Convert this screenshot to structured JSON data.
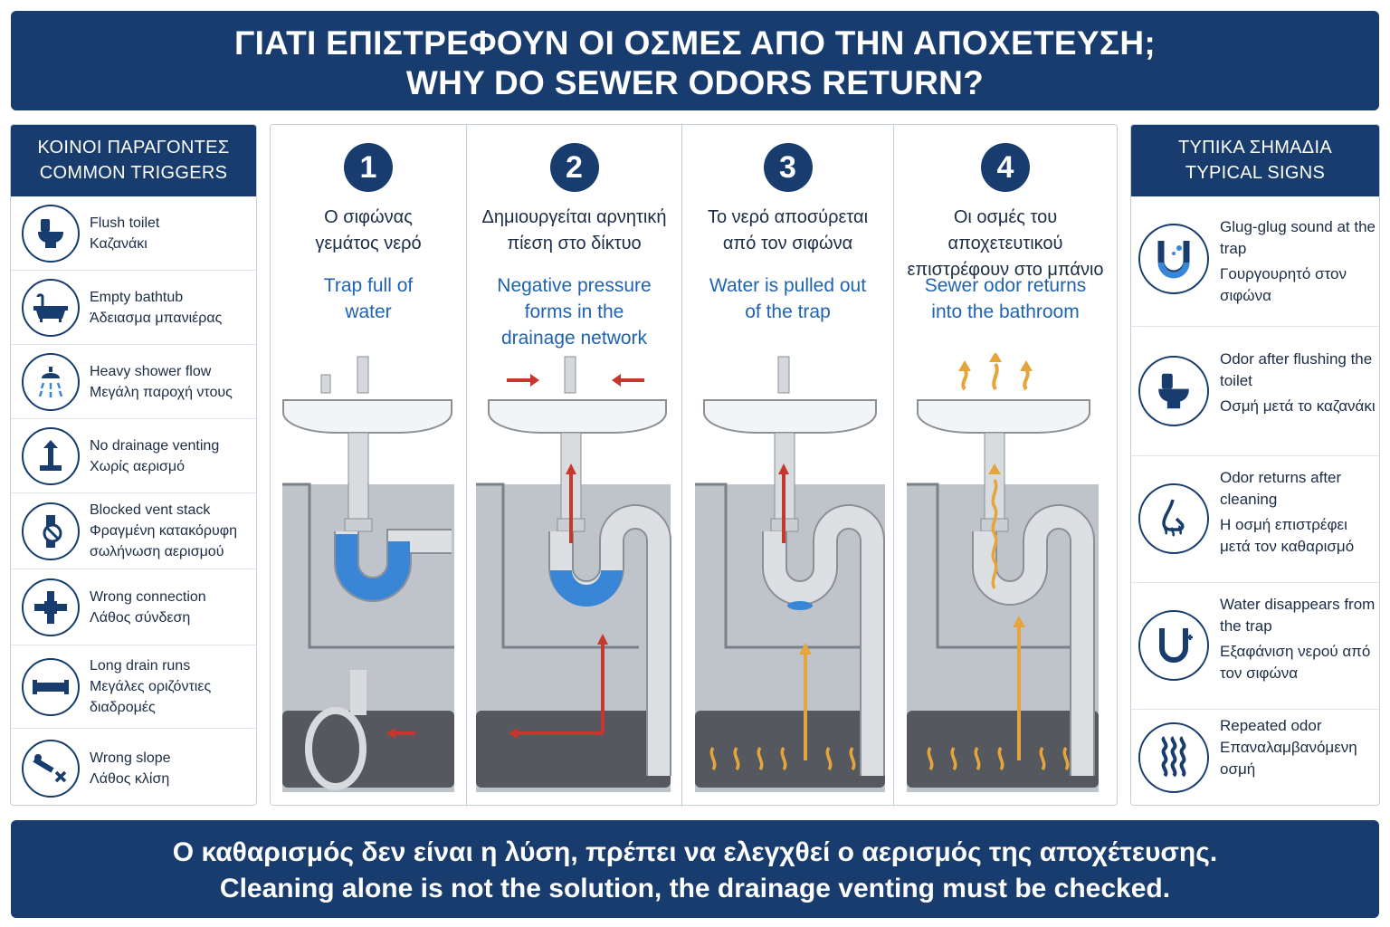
{
  "header": {
    "title_gr": "ΓΙΑΤΙ ΕΠΙΣΤΡΕΦΟΥΝ ΟΙ ΟΣΜΕΣ ΑΠΟ ΤΗΝ ΑΠΟΧΕΤΕΥΣΗ;",
    "title_en": "WHY DO SEWER ODORS RETURN?"
  },
  "triggers": {
    "heading_gr": "ΚΟΙΝΟΙ ΠΑΡΑΓΟΝΤΕΣ",
    "heading_en": "COMMON TRIGGERS",
    "items": [
      {
        "en": "Flush toilet",
        "gr": "Καζανάκι",
        "icon": "toilet-icon"
      },
      {
        "en": "Empty bathtub",
        "gr": "Άδειασμα μπανιέρας",
        "icon": "bathtub-icon"
      },
      {
        "en": "Heavy shower flow",
        "gr": "Μεγάλη παροχή ντους",
        "icon": "shower-icon"
      },
      {
        "en": "No drainage venting",
        "gr": "Χωρίς αερισμό",
        "icon": "vent-pipe-icon"
      },
      {
        "en": "Blocked vent stack",
        "gr": "Φραγμένη κατακόρυφη σωλήνωση αερισμού",
        "icon": "blocked-vent-icon"
      },
      {
        "en": "Wrong connection",
        "gr": "Λάθος σύνδεση",
        "icon": "cross-fitting-icon"
      },
      {
        "en": "Long drain runs",
        "gr": "Μεγάλες οριζόντιες διαδρομές",
        "icon": "long-pipe-icon"
      },
      {
        "en": "Wrong slope",
        "gr": "Λάθος κλίση",
        "icon": "wrong-slope-icon"
      }
    ]
  },
  "steps": [
    {
      "num": "1",
      "gr": "Ο σιφώνας γεμάτος νερό",
      "en": "Trap full of water"
    },
    {
      "num": "2",
      "gr": "Δημιουργείται αρνητική πίεση στο δίκτυο",
      "en": "Negative pressure forms in the drainage network"
    },
    {
      "num": "3",
      "gr": "Το νερό αποσύρεται από τον σιφώνα",
      "en": "Water is pulled out of the trap"
    },
    {
      "num": "4",
      "gr": "Οι οσμές του αποχετευτικού επιστρέφουν στο μπάνιο",
      "en": "Sewer odor returns into the bathroom"
    }
  ],
  "signs": {
    "heading_gr": "ΤΥΠΙΚΑ ΣΗΜΑΔΙΑ",
    "heading_en": "TYPICAL SIGNS",
    "items": [
      {
        "en": "Glug-glug sound at the trap",
        "gr": "Γουργουρητό στον σιφώνα",
        "icon": "trap-sound-icon"
      },
      {
        "en": "Odor after flushing the toilet",
        "gr": "Οσμή μετά το καζανάκι",
        "icon": "toilet-icon"
      },
      {
        "en": "Odor returns after cleaning",
        "gr": "Η οσμή επιστρέφει μετά τον καθαρισμό",
        "icon": "nose-icon"
      },
      {
        "en": "Water disappears from the trap",
        "gr": "Εξαφάνιση νερού από τον σιφώνα",
        "icon": "empty-trap-icon"
      },
      {
        "en": "Repeated odor",
        "gr": "Επαναλαμβανόμενη οσμή",
        "icon": "odor-waves-icon"
      }
    ]
  },
  "footer": {
    "text_gr": "Ο καθαρισμός δεν είναι η λύση, πρέπει να ελεγχθεί ο αερισμός της αποχέτευσης.",
    "text_en": "Cleaning alone is not the solution, the drainage venting must be checked."
  },
  "colors": {
    "navy": "#173c6d",
    "accent_blue": "#1f63b0",
    "water": "#3a86d6",
    "arrow_red": "#c8372d",
    "odor_orange": "#e5a53a"
  }
}
